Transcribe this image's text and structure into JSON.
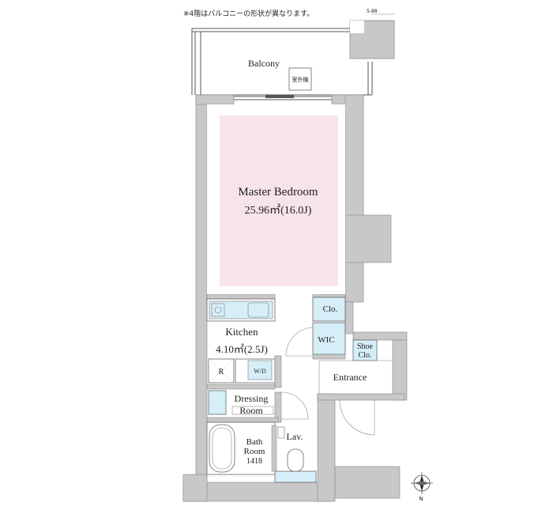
{
  "note": "※4階はバルコニーの形状が異なります。",
  "dim_mark": "5-88",
  "rooms": {
    "balcony": "Balcony",
    "outdoor_unit": "室外機",
    "master_bedroom": {
      "name": "Master Bedroom",
      "area": "25.96㎡(16.0J)"
    },
    "kitchen": {
      "name": "Kitchen",
      "area": "4.10㎡(2.5J)"
    },
    "closet": "Clo.",
    "wic": "WIC",
    "shoe_closet": {
      "line1": "Shoe",
      "line2": "Clo."
    },
    "entrance": "Entrance",
    "refrigerator": "R",
    "washer": "W/D",
    "dressing_room": {
      "line1": "Dressing",
      "line2": "Room"
    },
    "bath_room": {
      "line1": "Bath",
      "line2": "Room",
      "line3": "1418"
    },
    "lavatory": "Lav."
  },
  "compass": "N",
  "colors": {
    "wall": "#c8c8c8",
    "bedroom_fill": "#f7e3ec",
    "fixture_fill": "#d6eef8",
    "line": "#555555"
  }
}
